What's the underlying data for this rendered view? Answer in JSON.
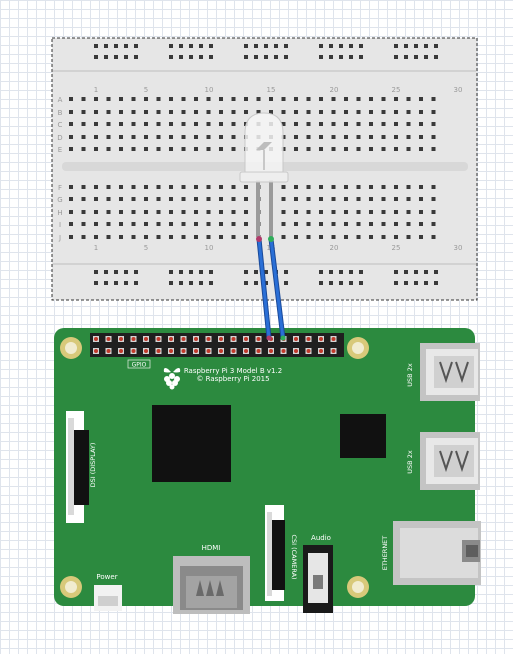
{
  "breadboard": {
    "column_labels": [
      "1",
      "5",
      "10",
      "15",
      "20",
      "25",
      "30"
    ],
    "row_labels_top": [
      "A",
      "B",
      "C",
      "D",
      "E"
    ],
    "row_labels_bottom": [
      "F",
      "G",
      "H",
      "I",
      "J"
    ]
  },
  "pi": {
    "gpio_label": "GPIO",
    "model_line1": "Raspberry Pi 3 Model B v1.2",
    "model_line2": "© Raspberry Pi 2015",
    "usb_label_1": "USB 2x",
    "usb_label_2": "USB 2x",
    "dsi_label": "DSI (DISPLAY)",
    "csi_label": "CSI (CAMERA)",
    "audio_label": "Audio",
    "ethernet_label": "ETHERNET",
    "hdmi_label": "HDMI",
    "power_label": "Power"
  },
  "colors": {
    "board_green": "#2c8a3f",
    "wire_blue": "#2a6fd6",
    "breadboard_bg": "#e6e6e6",
    "pin_red": "#c0392b"
  }
}
